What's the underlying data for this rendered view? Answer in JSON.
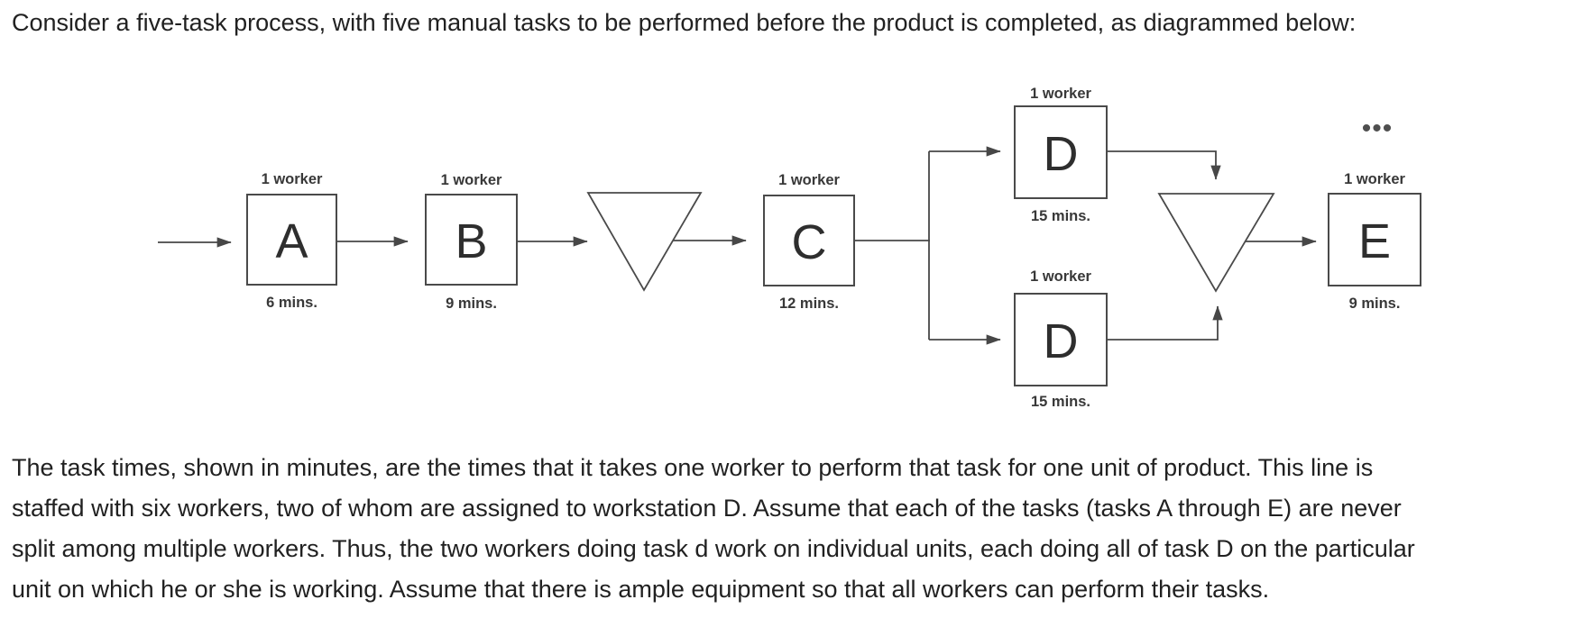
{
  "intro": "Consider a five-task process, with five manual tasks to be performed before the product is completed, as diagrammed below:",
  "paragraph_lines": [
    "The task times, shown in minutes, are the times that it takes one worker to perform that task for one unit of product. This line is",
    "staffed with six workers, two of whom are assigned to workstation D. Assume that each of the tasks (tasks A through E) are never",
    "split among multiple workers. Thus, the two workers doing task d work on individual units, each doing all of task D on the particular",
    "unit on which he or she is working. Assume that there is ample equipment so that all workers can perform their tasks."
  ],
  "diagram": {
    "tasks": [
      {
        "letter": "A",
        "workers": "1 worker",
        "time": "6 mins."
      },
      {
        "letter": "B",
        "workers": "1 worker",
        "time": "9 mins."
      },
      {
        "letter": "C",
        "workers": "1 worker",
        "time": "12 mins."
      },
      {
        "letter": "D",
        "workers": "1 worker",
        "time": "15 mins."
      },
      {
        "letter": "D",
        "workers": "1 worker",
        "time": "15 mins."
      },
      {
        "letter": "E",
        "workers": "1 worker",
        "time": "9 mins."
      }
    ],
    "buffer_symbol": "inventory-triangle",
    "more_label": "•••",
    "colors": {
      "line": "#474747",
      "box_border": "#4a4a4a",
      "text": "#212121"
    }
  }
}
